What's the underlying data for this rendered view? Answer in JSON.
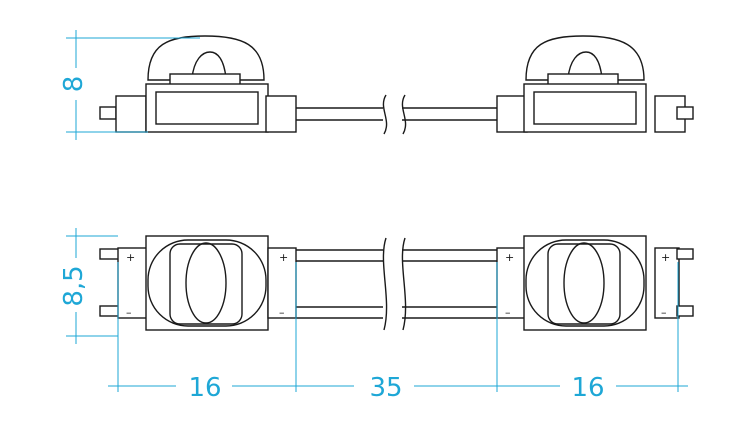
{
  "dimensions": {
    "height_side": "8",
    "height_top": "8,5",
    "module_length_left": "16",
    "spacing": "35",
    "module_length_right": "16"
  },
  "polarity": {
    "plus": "+",
    "minus": "–"
  },
  "colors": {
    "outline": "#1a1a1a",
    "dimension": "#1ea7d6"
  }
}
